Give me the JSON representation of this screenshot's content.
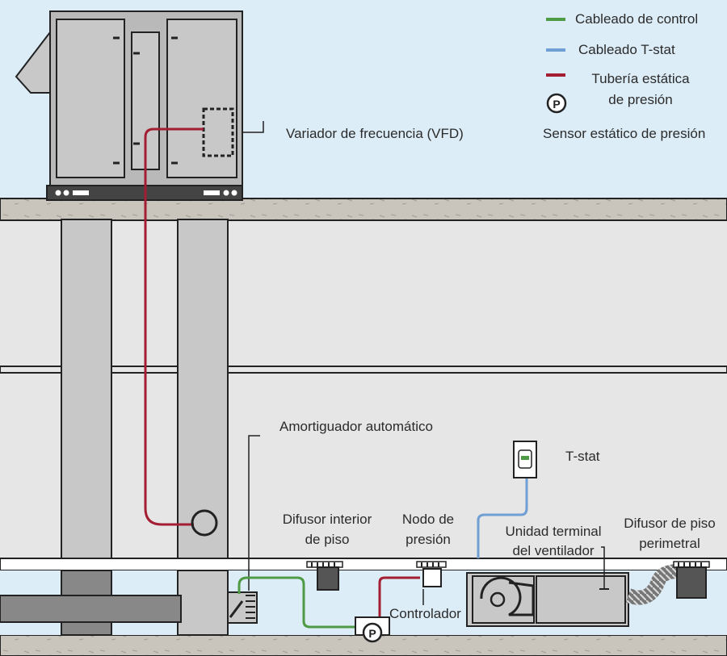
{
  "legend": {
    "control_wiring": "Cableado de control",
    "tstat_wiring": "Cableado T-stat",
    "static_tubing_line1": "Tubería estática",
    "static_tubing_line2": "de presión",
    "sensor_symbol": "P",
    "sensor": "Sensor estático de presión"
  },
  "labels": {
    "vfd": "Variador de frecuencia (VFD)",
    "damper": "Amortiguador automático",
    "tstat": "T-stat",
    "interior_diffuser_line1": "Difusor interior",
    "interior_diffuser_line2": "de piso",
    "pressure_node_line1": "Nodo de",
    "pressure_node_line2": "presión",
    "fan_unit_line1": "Unidad terminal",
    "fan_unit_line2": "del ventilador",
    "perimeter_diffuser_line1": "Difusor de piso",
    "perimeter_diffuser_line2": "perimetral",
    "controller": "Controlador"
  },
  "colors": {
    "background": "#dcedf7",
    "control_wiring": "#4e9a45",
    "tstat_wiring": "#6f9fd3",
    "static_tubing": "#a31e32",
    "equipment": "#c8c8c8",
    "building": "#e6e6e6",
    "concrete": "#c9c5bd",
    "outline": "#222222"
  },
  "icons": {
    "sensor": "pressure-sensor-icon",
    "fan": "fan-icon",
    "thermostat": "thermostat-icon"
  }
}
